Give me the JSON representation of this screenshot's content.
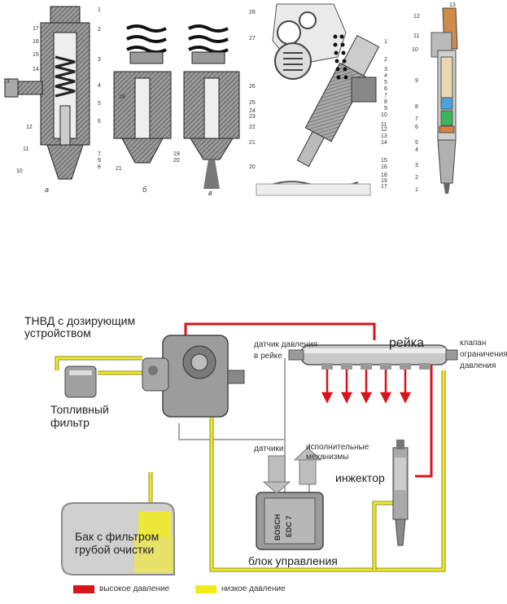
{
  "top_figures": {
    "fig1_letters": [
      "а",
      "б",
      "в"
    ],
    "fig1_numbers": [
      "1",
      "2",
      "3",
      "4",
      "5",
      "6",
      "7",
      "8",
      "9",
      "10",
      "11",
      "12",
      "13",
      "14",
      "15",
      "16",
      "17",
      "18",
      "19",
      "20",
      "21"
    ],
    "fig2_numbers": [
      "1",
      "2",
      "3",
      "4",
      "5",
      "6",
      "7",
      "8",
      "9",
      "10",
      "11",
      "12",
      "13",
      "14",
      "15",
      "16",
      "17",
      "18",
      "19",
      "20",
      "21",
      "22",
      "23",
      "24",
      "25",
      "26",
      "27",
      "28"
    ],
    "fig3_numbers": [
      "1",
      "2",
      "3",
      "4",
      "5",
      "6",
      "7",
      "8",
      "9",
      "10",
      "11",
      "12",
      "13"
    ]
  },
  "scheme": {
    "pump_label": "ТНВД с дозирующим устройством",
    "pump_label_line1": "ТНВД с дозирующим",
    "pump_label_line2": "устройством",
    "filter_label_line1": "Топливный",
    "filter_label_line2": "фильтр",
    "pressure_sensor_line1": "датчик давления",
    "pressure_sensor_line2": "в рейке",
    "rail_label": "рейка",
    "valve_line1": "клапан",
    "valve_line2": "ограничения",
    "valve_line3": "давления",
    "sensors_label": "датчики",
    "actuators_line1": "исполнительные",
    "actuators_line2": "механизмы",
    "injector_label": "инжектор",
    "tank_line1": "Бак с фильтром",
    "tank_line2": "грубой очистки",
    "ecu_label": "блок управления",
    "ecu_brand": "BOSCH",
    "ecu_model": "EDC 7"
  },
  "legend": {
    "high_label": "высокое давление",
    "low_label": "низкое давление",
    "high_color": "#d9141b",
    "low_color": "#f2ec1e"
  },
  "colors": {
    "high_pressure": "#d9141b",
    "low_pressure": "#f2ec1e",
    "return_line": "#b7b7b7"
  }
}
